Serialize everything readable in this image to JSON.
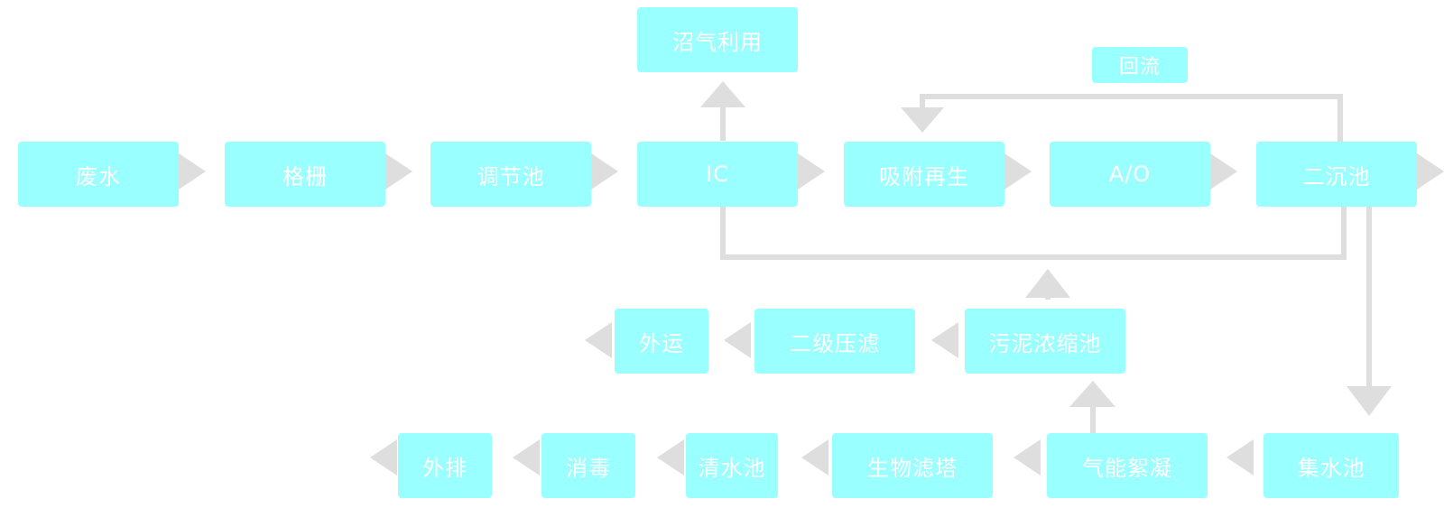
{
  "nodes": {
    "wastewater": "废水",
    "grille": "格栅",
    "regulating_tank": "调节池",
    "ic": "IC",
    "adsorption_regeneration": "吸附再生",
    "ao": "A/O",
    "secondary_clarifier": "二沉池",
    "biogas_utilization": "沼气利用",
    "reflux": "回流",
    "sludge_thickener": "污泥浓缩池",
    "secondary_press_filter": "二级压滤",
    "outward_transport": "外运",
    "collection_tank": "集水池",
    "air_flocculation": "气能絮凝",
    "bio_filter_tower": "生物滤塔",
    "clear_water_tank": "清水池",
    "disinfection": "消毒",
    "discharge": "外排"
  },
  "colors": {
    "box_fill": "#99ffff",
    "box_text": "#ffffff",
    "arrow": "#dedede"
  }
}
